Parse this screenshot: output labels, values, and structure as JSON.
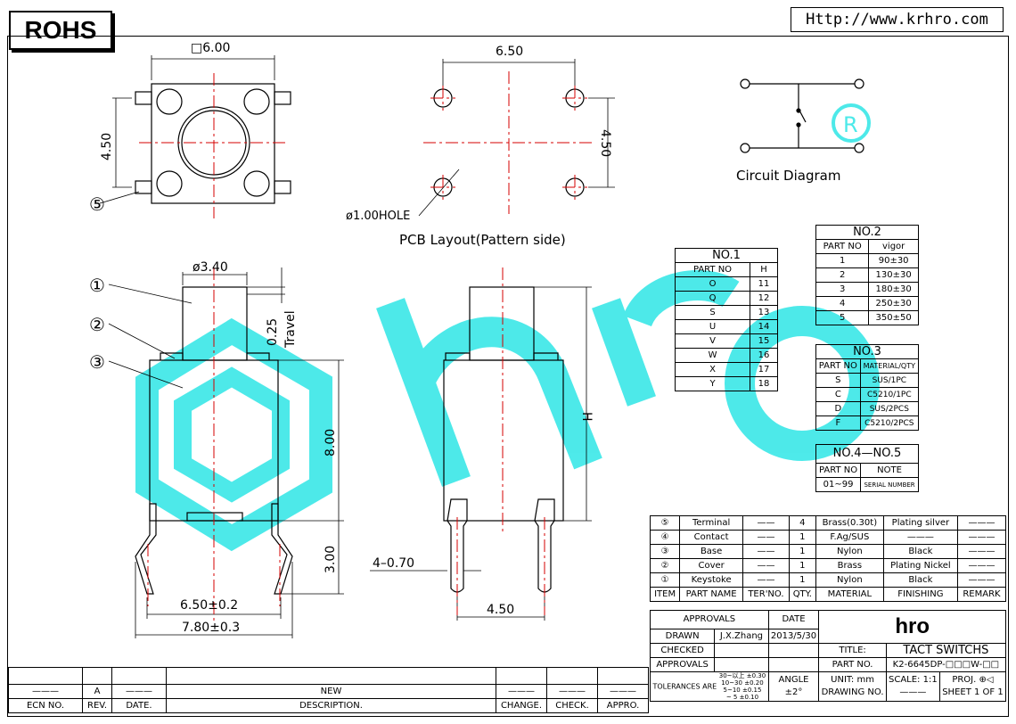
{
  "header": {
    "rohs": "ROHS",
    "url": "Http://www.krhro.com"
  },
  "labels": {
    "sq_600": "□6.00",
    "d450_left": "4.50",
    "d650_pcb": "6.50",
    "d450_pcb": "4.50",
    "hole": "ø1.00HOLE",
    "pcb_layout": "PCB Layout(Pattern side)",
    "circuit": "Circuit Diagram",
    "d340": "ø3.40",
    "travel_val": "0.25",
    "travel": "Travel",
    "d800": "8.00",
    "d300": "3.00",
    "d650": "6.50±0.2",
    "d780": "7.80±0.3",
    "d470": "4–0.70",
    "d450_side": "4.50",
    "h_dim": "H",
    "callouts": [
      "⑤",
      "①",
      "②",
      "③"
    ]
  },
  "no1": {
    "title": "NO.1",
    "col_a": "PART NO",
    "col_b": "H",
    "rows": [
      [
        "O",
        "11"
      ],
      [
        "Q",
        "12"
      ],
      [
        "S",
        "13"
      ],
      [
        "U",
        "14"
      ],
      [
        "V",
        "15"
      ],
      [
        "W",
        "16"
      ],
      [
        "X",
        "17"
      ],
      [
        "Y",
        "18"
      ]
    ]
  },
  "no2": {
    "title": "NO.2",
    "col_a": "PART NO",
    "col_b": "vigor",
    "rows": [
      [
        "1",
        "90±30"
      ],
      [
        "2",
        "130±30"
      ],
      [
        "3",
        "180±30"
      ],
      [
        "4",
        "250±30"
      ],
      [
        "5",
        "350±50"
      ]
    ]
  },
  "no3": {
    "title": "NO.3",
    "col_a": "PART NO",
    "col_b": "MATERIAL/QTY",
    "rows": [
      [
        "S",
        "SUS/1PC"
      ],
      [
        "C",
        "C5210/1PC"
      ],
      [
        "D",
        "SUS/2PCS"
      ],
      [
        "F",
        "C5210/2PCS"
      ]
    ]
  },
  "no45": {
    "title": "NO.4—NO.5",
    "col_a": "PART NO",
    "col_b": "NOTE",
    "row": [
      "01~99",
      "SERIAL NUMBER"
    ]
  },
  "bom": {
    "rows": [
      [
        "⑤",
        "Terminal",
        "——",
        "4",
        "Brass(0.30t)",
        "Plating silver",
        "———"
      ],
      [
        "④",
        "Contact",
        "——",
        "1",
        "F.Ag/SUS",
        "———",
        "———"
      ],
      [
        "③",
        "Base",
        "——",
        "1",
        "Nylon",
        "Black",
        "———"
      ],
      [
        "②",
        "Cover",
        "——",
        "1",
        "Brass",
        "Plating Nickel",
        "———"
      ],
      [
        "①",
        "Keystoke",
        "——",
        "1",
        "Nylon",
        "Black",
        "———"
      ]
    ],
    "header": [
      "ITEM",
      "PART NAME",
      "TER'NO.",
      "QTY.",
      "MATERIAL",
      "FINISHING",
      "REMARK"
    ]
  },
  "title_block": {
    "approvals": "APPROVALS",
    "date": "DATE",
    "drawn": "DRAWN",
    "drawn_by": "J.X.Zhang",
    "drawn_date": "2013/5/30",
    "checked": "CHECKED",
    "approvals2": "APPROVALS",
    "title_lbl": "TITLE:",
    "title": "TACT SWITCHS",
    "part_lbl": "PART NO.",
    "part_no": "K2-6645DP-□□□W-□□",
    "unit": "UNIT: mm",
    "scale": "SCALE:  1:1",
    "proj": "PROJ.",
    "tol_lbl": "TOLERANCES ARE",
    "tol_ranges": [
      "30~以上",
      "10~30",
      "5~10",
      "~ 5"
    ],
    "tol_vals": [
      "±0.30",
      "±0.20",
      "±0.15",
      "±0.10"
    ],
    "angle": "ANGLE",
    "angle_val": "±2°",
    "drawing_no": "DRAWING NO.",
    "drawing_no_val": "———",
    "sheet": "SHEET   1  OF  1",
    "logo": "hro"
  },
  "revision": {
    "row1": [
      "———",
      "A",
      "———",
      "NEW",
      "———",
      "———",
      "———"
    ],
    "headers": [
      "ECN NO.",
      "REV.",
      "DATE.",
      "DESCRIPTION.",
      "CHANGE.",
      "CHECK.",
      "APPRO."
    ]
  },
  "colors": {
    "watermark": "#2fe6e6",
    "center": "#d40000",
    "line": "#000000"
  }
}
